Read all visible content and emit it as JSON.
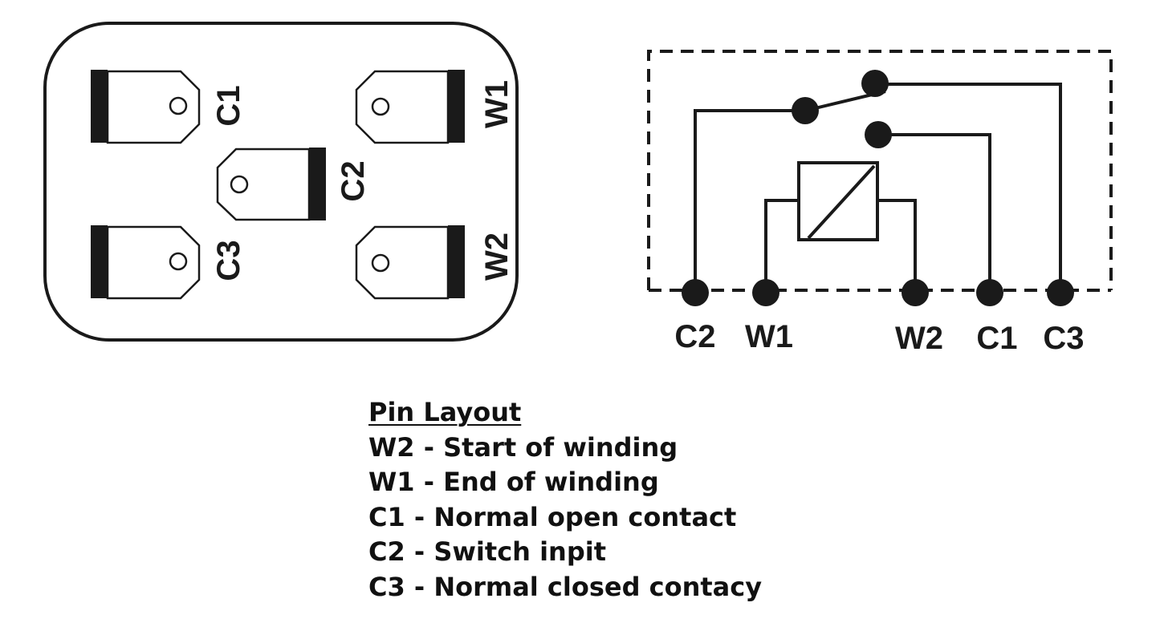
{
  "colors": {
    "ink": "#1a1a1a",
    "background": "#ffffff"
  },
  "connector": {
    "pins": [
      {
        "id": "C1",
        "label": "C1"
      },
      {
        "id": "W1",
        "label": "W1"
      },
      {
        "id": "C2",
        "label": "C2"
      },
      {
        "id": "C3",
        "label": "C3"
      },
      {
        "id": "W2",
        "label": "W2"
      }
    ]
  },
  "schematic": {
    "terminals": [
      {
        "id": "C2",
        "label": "C2"
      },
      {
        "id": "W1",
        "label": "W1"
      },
      {
        "id": "W2",
        "label": "W2"
      },
      {
        "id": "C1",
        "label": "C1"
      },
      {
        "id": "C3",
        "label": "C3"
      }
    ]
  },
  "legend": {
    "title": "Pin Layout",
    "rows": [
      {
        "text": "W2 - Start of winding"
      },
      {
        "text": "W1 - End of winding"
      },
      {
        "text": "C1 - Normal open contact"
      },
      {
        "text": "C2 - Switch inpit"
      },
      {
        "text": "C3 - Normal closed contacy"
      }
    ]
  }
}
